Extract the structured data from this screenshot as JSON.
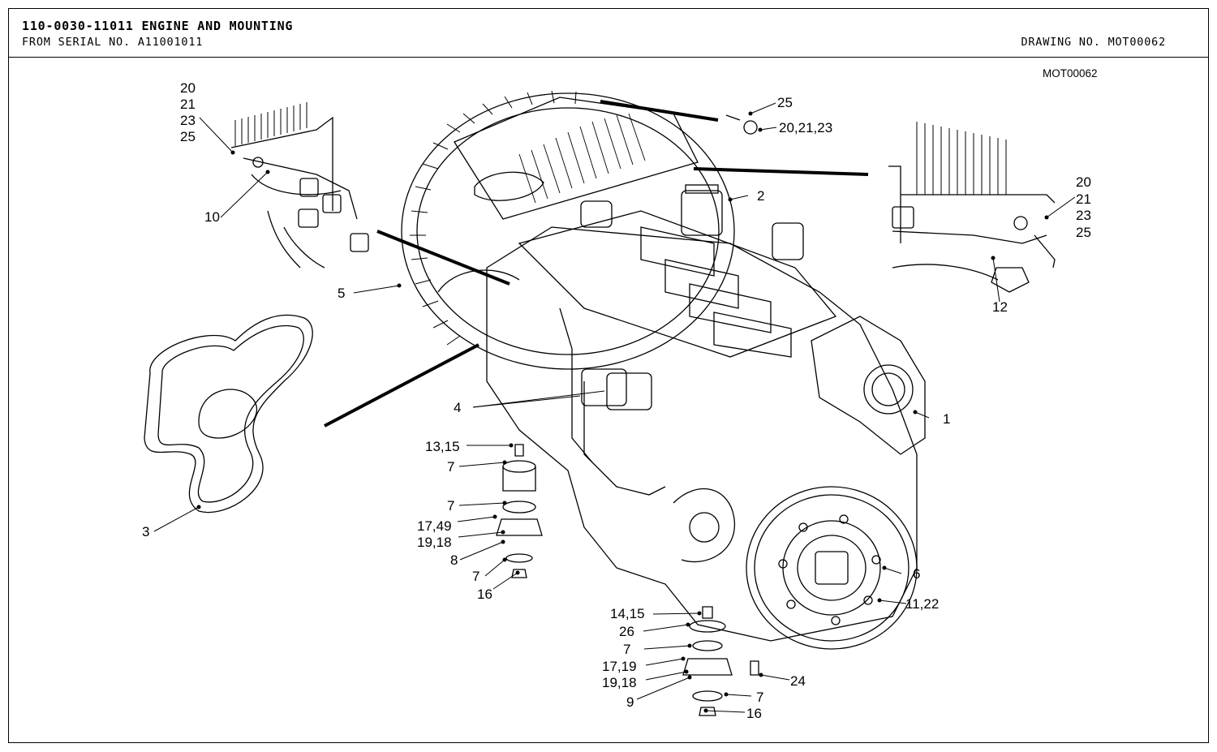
{
  "header": {
    "title": "110-0030-11011 ENGINE AND MOUNTING",
    "serial": "FROM SERIAL NO. A11001011",
    "drawing_no": "DRAWING NO. MOT00062"
  },
  "drawing_ref": "MOT00062",
  "callouts": {
    "c1": "1",
    "c2": "2",
    "c3": "3",
    "c4": "4",
    "c5": "5",
    "c6": "6",
    "c8": "8",
    "c9": "9",
    "c10": "10",
    "c11_22": "11,22",
    "c12": "12",
    "c13_15": "13,15",
    "c14_15": "14,15",
    "c16a": "16",
    "c16b": "16",
    "c17_49": "17,49",
    "c17_19": "17,19",
    "c19_18a": "19,18",
    "c19_18b": "19,18",
    "c24": "24",
    "c25_top": "25",
    "c20_21_23_top": "20,21,23",
    "c26": "26",
    "c7a": "7",
    "c7b": "7",
    "c7c": "7",
    "c7d": "7",
    "c7e": "7",
    "left_stack": [
      "20",
      "21",
      "23",
      "25"
    ],
    "right_stack": [
      "20",
      "21",
      "23",
      "25"
    ]
  }
}
